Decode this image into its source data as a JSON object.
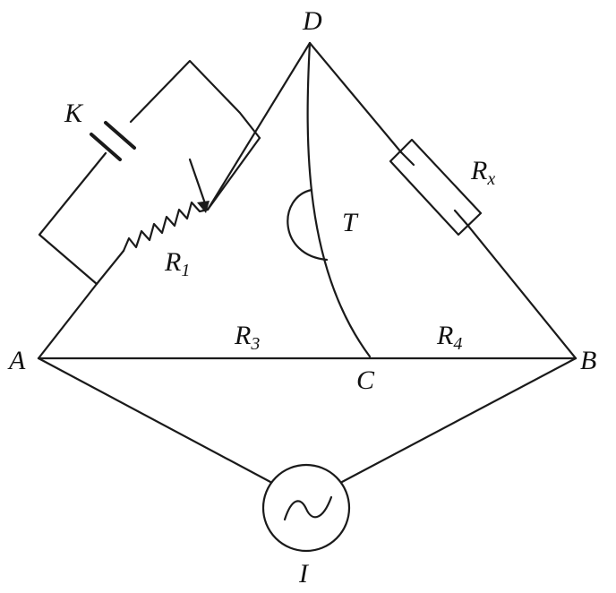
{
  "labels": {
    "D": "D",
    "A": "A",
    "B": "B",
    "C": "C",
    "K": "K",
    "R1": "R",
    "R1_sub": "1",
    "Rx": "R",
    "Rx_sub": "x",
    "R3": "R",
    "R3_sub": "3",
    "R4": "R",
    "R4_sub": "4",
    "T": "T",
    "I": "I"
  },
  "icons": {
    "source": "ac-source-icon",
    "capacitor": "capacitor-icon",
    "rheostat": "variable-resistor-icon",
    "resistor": "resistor-icon"
  }
}
